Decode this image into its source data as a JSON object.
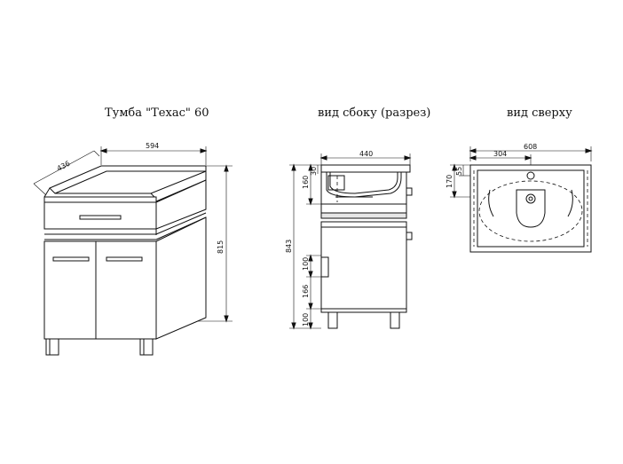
{
  "titles": {
    "perspective": "Тумба \"Техас\" 60",
    "side": "вид сбоку (разрез)",
    "top": "вид сверху"
  },
  "dimensions": {
    "perspective": {
      "width": "594",
      "depth": "436",
      "height": "815"
    },
    "side": {
      "depth": "440",
      "top_small": "30",
      "top_block": "160",
      "total_height": "843",
      "handle": "100",
      "lower": "166",
      "legs": "100"
    },
    "top": {
      "width": "608",
      "half": "304",
      "depth": "170",
      "offset": "55"
    }
  }
}
